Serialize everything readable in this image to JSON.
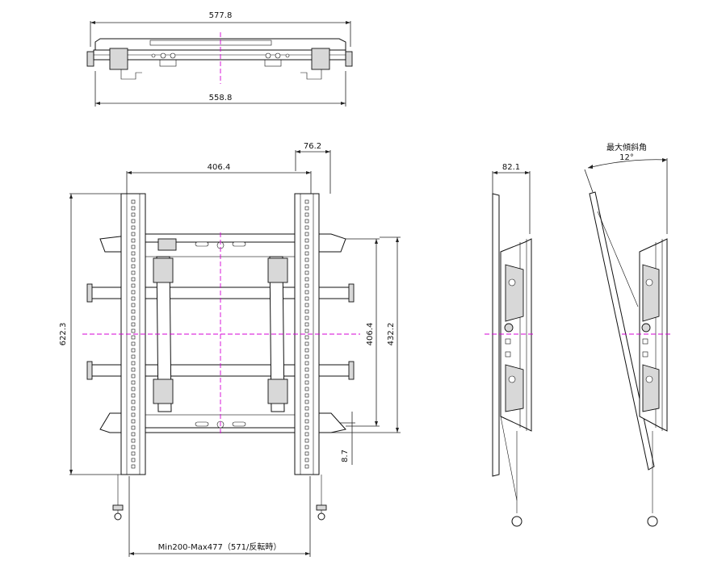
{
  "dimensions": {
    "top_width_outer": "577.8",
    "top_width_inner": "558.8",
    "rail_offset": "76.2",
    "rail_spacing": "406.4",
    "overall_height": "622.3",
    "vertical_spacing": "406.4",
    "vertical_outer": "432.2",
    "bottom_offset": "8.7",
    "side_depth": "82.1",
    "width_range": "Min200-Max477（571/反転時）"
  },
  "tilt": {
    "title": "最大傾斜角",
    "angle": "12°"
  },
  "colors": {
    "line": "#111111",
    "centerline": "#d400d4"
  }
}
